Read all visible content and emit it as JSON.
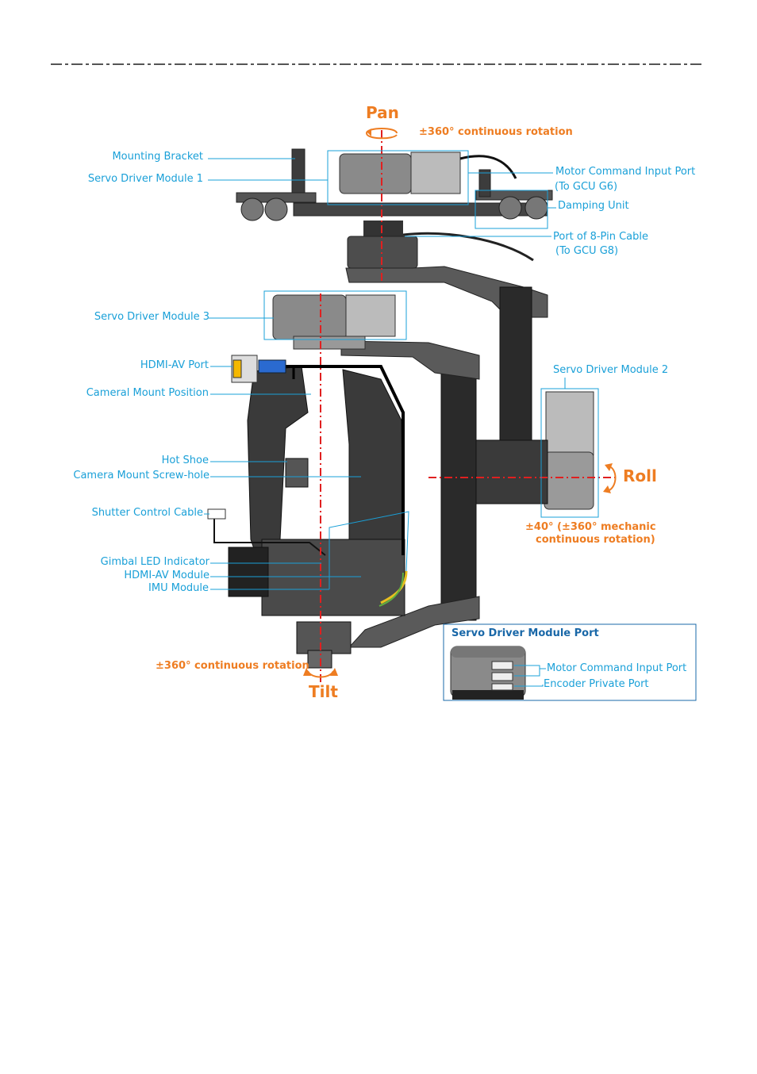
{
  "axes": {
    "pan": "Pan",
    "roll": "Roll",
    "tilt": "Tilt"
  },
  "rotation_notes": {
    "pan": "±360° continuous rotation",
    "tilt": "±360° continuous rotation",
    "roll_line1": "±40°    (±360° mechanic",
    "roll_line2": "continuous rotation)"
  },
  "labels_left": {
    "mounting_bracket": "Mounting Bracket",
    "servo_driver_module_1": "Servo Driver Module 1",
    "servo_driver_module_3": "Servo Driver Module 3",
    "hdmi_av_port": "HDMI-AV  Port",
    "camera_mount_position": "Cameral Mount Position",
    "hot_shoe": "Hot Shoe",
    "camera_mount_screw_hole": "Camera Mount    Screw-hole",
    "shutter_control_cable": "Shutter Control Cable",
    "gimbal_led_indicator": "Gimbal LED Indicator",
    "hdmi_av_module": "HDMI-AV Module",
    "imu_module": "IMU Module"
  },
  "labels_right": {
    "motor_command_input_port": "Motor Command Input Port",
    "to_gcu_g6": "(To GCU G6)",
    "damping_unit": "Damping Unit",
    "port_8pin_cable": "Port of 8-Pin Cable",
    "to_gcu_g8": "(To GCU G8)",
    "servo_driver_module_2": "Servo Driver Module 2"
  },
  "inset": {
    "title": "Servo Driver Module Port",
    "motor_command_input_port": "Motor Command Input Port",
    "encoder_private_port": "Encoder Private Port"
  },
  "colors": {
    "label_blue": "#1aa0d8",
    "accent_orange": "#ee7d22",
    "axis_red": "#e02020",
    "title_blue": "#1a68a8"
  }
}
